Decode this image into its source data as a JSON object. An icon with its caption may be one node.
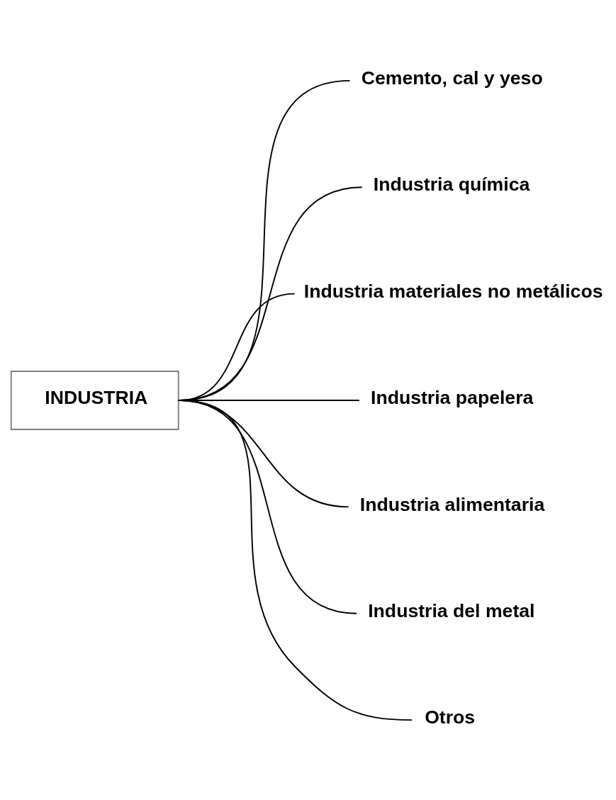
{
  "diagram": {
    "nodes": [
      {
        "text": [
          "INDUSTRIA"
        ]
      },
      {
        "text": [
          "Cemento, cal y yeso"
        ]
      },
      {
        "text": [
          "Industria química"
        ]
      },
      {
        "text": [
          "Industria materiales no metálicos"
        ]
      },
      {
        "text": [
          "Industria papelera"
        ]
      },
      {
        "text": [
          "Industria alimentaria"
        ]
      },
      {
        "text": [
          "Industria del metal"
        ]
      },
      {
        "text": [
          "Otros"
        ]
      }
    ],
    "edges": [
      {
        "from": 0,
        "to": 1,
        "arrow": "none"
      },
      {
        "from": 0,
        "to": 2,
        "arrow": "none"
      },
      {
        "from": 0,
        "to": 3,
        "arrow": "none"
      },
      {
        "from": 0,
        "to": 4,
        "arrow": "none"
      },
      {
        "from": 0,
        "to": 5,
        "arrow": "none"
      },
      {
        "from": 0,
        "to": 6,
        "arrow": "none"
      },
      {
        "from": 0,
        "to": 7,
        "arrow": "none"
      }
    ]
  }
}
